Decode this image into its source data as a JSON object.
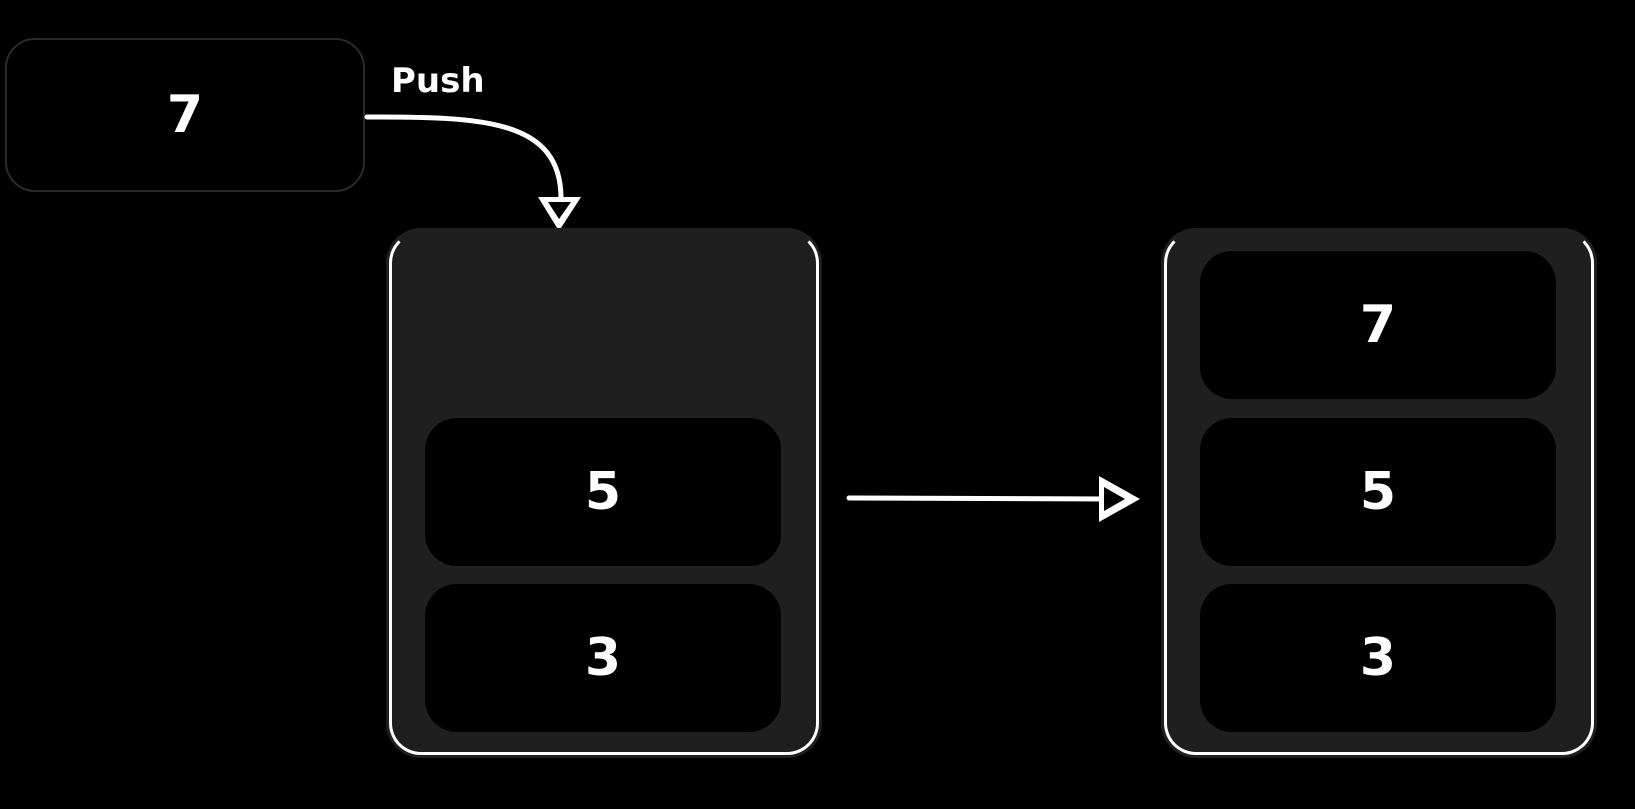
{
  "incoming": {
    "value": "7"
  },
  "operation": {
    "label": "Push"
  },
  "stack_before": {
    "slots": [
      "",
      "5",
      "3"
    ]
  },
  "stack_after": {
    "slots": [
      "7",
      "5",
      "3"
    ]
  },
  "colors": {
    "background": "#000000",
    "stack_fill": "#1f1f1f",
    "slot_fill": "#000000",
    "stroke": "#ffffff"
  }
}
